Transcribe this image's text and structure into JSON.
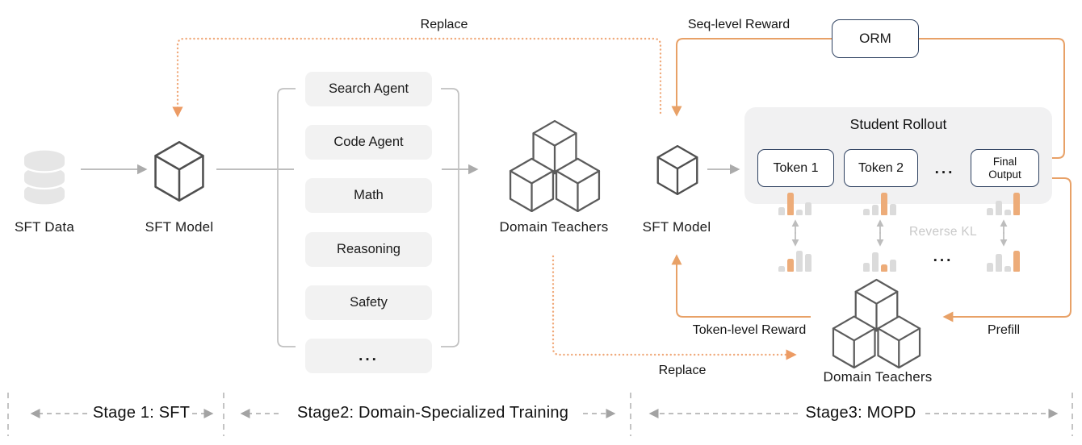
{
  "stage1": {
    "label": "Stage 1: SFT",
    "sft_data_label": "SFT Data",
    "sft_model_label": "SFT Model"
  },
  "stage2": {
    "label": "Stage2: Domain-Specialized Training",
    "domains": [
      "Search Agent",
      "Code Agent",
      "Math",
      "Reasoning",
      "Safety",
      "..."
    ],
    "domain_teachers_label": "Domain Teachers"
  },
  "stage3": {
    "label": "Stage3: MOPD",
    "sft_model_label": "SFT Model",
    "orm_label": "ORM",
    "student_rollout_title": "Student Rollout",
    "token1_label": "Token 1",
    "token2_label": "Token 2",
    "tokens_ellipsis": "...",
    "final_output_label": "Final Output",
    "reverse_kl_label": "Reverse KL",
    "charts_ellipsis": "...",
    "domain_teachers_label": "Domain Teachers"
  },
  "edge_labels": {
    "replace_top": "Replace",
    "seq_level_reward": "Seq-level Reward",
    "token_level_reward": "Token-level Reward",
    "prefill": "Prefill",
    "replace_bottom": "Replace"
  },
  "colors": {
    "accent_orange_solid": "#E8A167",
    "accent_orange_dotted": "#F0A97A",
    "navy_border": "#2E4160",
    "gray_arrow": "#B3B3B3",
    "box_fill": "#F2F2F2",
    "bar_gray": "#DBDBDB",
    "bar_orange": "#EDAC79",
    "reverse_kl_text": "#C9C9C9"
  },
  "charts": {
    "student_t1": [
      {
        "h": 10
      },
      {
        "h": 28,
        "orange": true
      },
      {
        "h": 7
      },
      {
        "h": 16
      }
    ],
    "student_t2": [
      {
        "h": 8
      },
      {
        "h": 13
      },
      {
        "h": 28,
        "orange": true
      },
      {
        "h": 14
      }
    ],
    "student_final": [
      {
        "h": 9
      },
      {
        "h": 18
      },
      {
        "h": 7
      },
      {
        "h": 28,
        "orange": true
      }
    ],
    "teacher_t1": [
      {
        "h": 7
      },
      {
        "h": 16,
        "orange": true
      },
      {
        "h": 26
      },
      {
        "h": 22
      }
    ],
    "teacher_t2": [
      {
        "h": 11
      },
      {
        "h": 24
      },
      {
        "h": 9,
        "orange": true
      },
      {
        "h": 15
      }
    ],
    "teacher_final": [
      {
        "h": 11
      },
      {
        "h": 22
      },
      {
        "h": 7
      },
      {
        "h": 26,
        "orange": true
      }
    ]
  }
}
